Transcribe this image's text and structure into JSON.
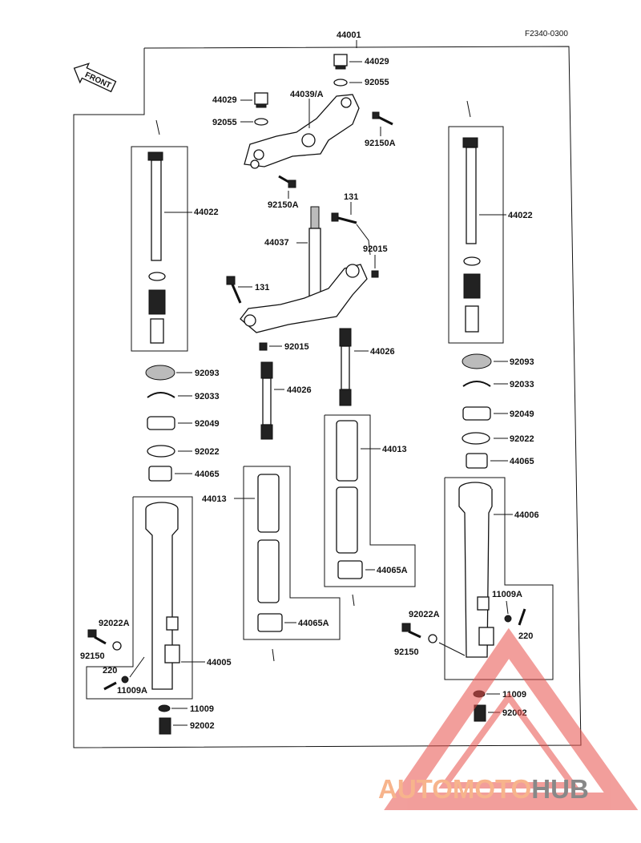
{
  "figure_code": "F2340-0300",
  "front_label": "FRONT",
  "callouts": {
    "c44001": "44001",
    "c44029_top": "44029",
    "c92055_top": "92055",
    "c44029_left": "44029",
    "c44039A": "44039/A",
    "c92055_left": "92055",
    "c92150A_right": "92150A",
    "c92150A_left": "92150A",
    "c131_top": "131",
    "c44037": "44037",
    "c92015_top": "92015",
    "c131_left": "131",
    "c92015_bottom": "92015",
    "c44022_left": "44022",
    "c44022_right": "44022",
    "c92093_left": "92093",
    "c92093_right": "92093",
    "c92033_left": "92033",
    "c92033_right": "92033",
    "c92049_left": "92049",
    "c92049_right": "92049",
    "c92022_left": "92022",
    "c92022_right": "92022",
    "c44065_left": "44065",
    "c44065_right": "44065",
    "c44026_center": "44026",
    "c44026_right": "44026",
    "c44013_left": "44013",
    "c44013_right": "44013",
    "c44065A_left": "44065A",
    "c44065A_right": "44065A",
    "c44006": "44006",
    "c11009A_right": "11009A",
    "c92022A_right": "92022A",
    "c220_right": "220",
    "c92150_right": "92150",
    "c11009_right": "11009",
    "c92002_right": "92002",
    "c92022A_left": "92022A",
    "c92150_left": "92150",
    "c220_left": "220",
    "c11009A_left": "11009A",
    "c44005": "44005",
    "c11009_left": "11009",
    "c92002_left": "92002"
  },
  "watermark": {
    "text": "AUTOMOTOHUB",
    "color_light": "#f7b48c",
    "color_dark": "#888888",
    "color_triangle": "#e8504a"
  }
}
